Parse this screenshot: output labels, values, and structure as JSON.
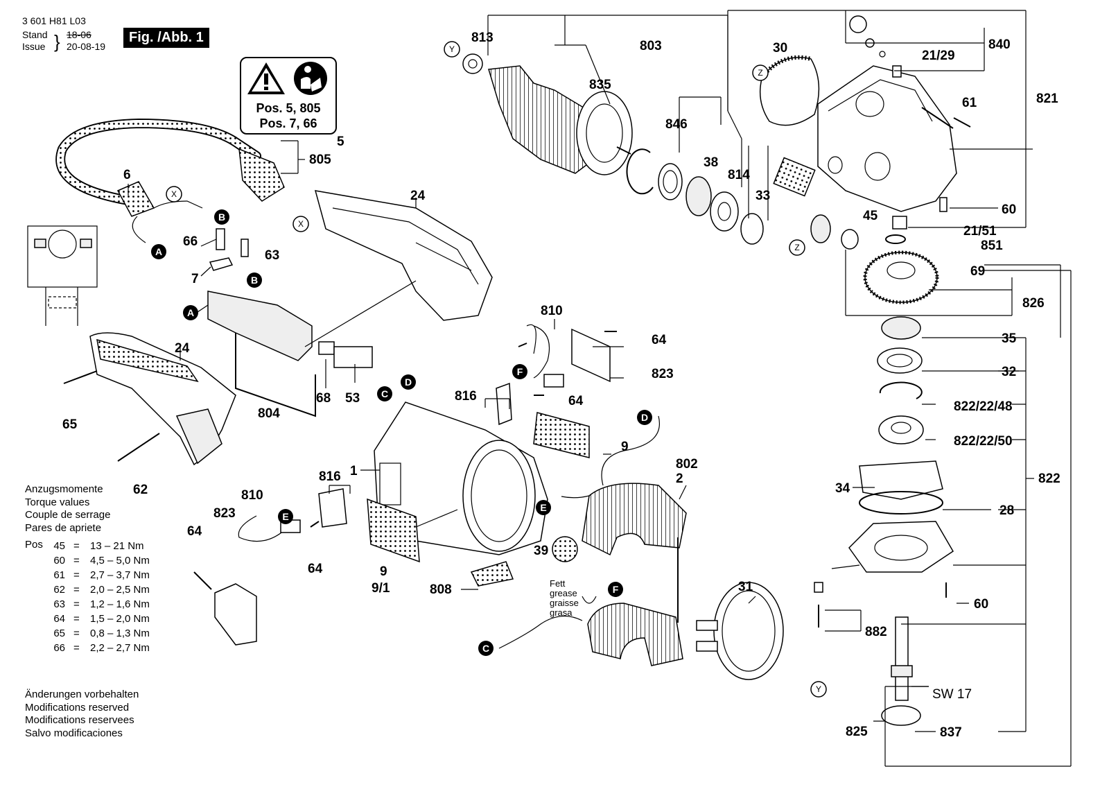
{
  "header": {
    "doc_number": "3 601 H81 L03",
    "stand_label": "Stand",
    "stand_value": "18-06",
    "issue_label": "Issue",
    "issue_value": "20-08-19",
    "figure_label": "Fig. /Abb. 1"
  },
  "warning": {
    "line1": "Pos. 5, 805",
    "line2": "Pos. 7, 66",
    "icons": [
      "warning-triangle-icon",
      "read-manual-icon"
    ]
  },
  "torque": {
    "headings": [
      "Anzugsmomente",
      "Torque values",
      "Couple de serrage",
      "Pares de apriete"
    ],
    "pos_label": "Pos",
    "rows": [
      {
        "pos": "45",
        "eq": "=",
        "value": "13 – 21 Nm"
      },
      {
        "pos": "60",
        "eq": "=",
        "value": "4,5 – 5,0 Nm"
      },
      {
        "pos": "61",
        "eq": "=",
        "value": "2,7 – 3,7 Nm"
      },
      {
        "pos": "62",
        "eq": "=",
        "value": "2,0 – 2,5 Nm"
      },
      {
        "pos": "63",
        "eq": "=",
        "value": "1,2 – 1,6 Nm"
      },
      {
        "pos": "64",
        "eq": "=",
        "value": "1,5 – 2,0 Nm"
      },
      {
        "pos": "65",
        "eq": "=",
        "value": "0,8 – 1,3 Nm"
      },
      {
        "pos": "66",
        "eq": "=",
        "value": "2,2 – 2,7 Nm"
      }
    ]
  },
  "notes": [
    "Änderungen vorbehalten",
    "Modifications reserved",
    "Modifications reservees",
    "Salvo modificaciones"
  ],
  "grease_note": [
    "Fett",
    "grease",
    "graisse",
    "grasa"
  ],
  "part_labels": {
    "p813": "813",
    "p803": "803",
    "p30": "30",
    "p840": "840",
    "p21_29": "21/29",
    "p835": "835",
    "p61": "61",
    "p821": "821",
    "p846": "846",
    "p38": "38",
    "p814": "814",
    "p33": "33",
    "p60a": "60",
    "p21_51": "21/51",
    "p851": "851",
    "p45": "45",
    "p69": "69",
    "p826": "826",
    "p35": "35",
    "p32": "32",
    "p822_22_48": "822/22/48",
    "p822_22_50": "822/22/50",
    "p822": "822",
    "p34": "34",
    "p28": "28",
    "p60b": "60",
    "p882": "882",
    "sw17": "SW 17",
    "p825": "825",
    "p837": "837",
    "p5": "5",
    "p805": "805",
    "p6": "6",
    "p24a": "24",
    "p66": "66",
    "p63": "63",
    "p7": "7",
    "p24b": "24",
    "p65": "65",
    "p62": "62",
    "p804": "804",
    "p68": "68",
    "p53": "53",
    "p810a": "810",
    "p64a": "64",
    "p823a": "823",
    "p816a": "816",
    "p64b": "64",
    "p9a": "9",
    "p802": "802",
    "p2": "2",
    "p1": "1",
    "p816b": "816",
    "p810b": "810",
    "p823b": "823",
    "p64c": "64",
    "p64d": "64",
    "p9b": "9",
    "p9_1": "9/1",
    "p808": "808",
    "p39": "39",
    "p31": "31"
  },
  "connectors": {
    "A": "A",
    "B": "B",
    "C": "C",
    "D": "D",
    "E": "E",
    "F": "F",
    "X": "X",
    "Y": "Y",
    "Z": "Z"
  }
}
